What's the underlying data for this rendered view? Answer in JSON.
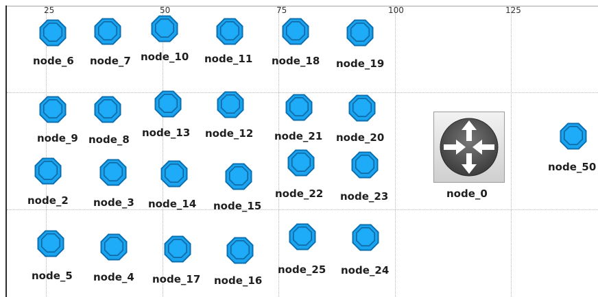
{
  "axis": {
    "ticks": [
      "25",
      "50",
      "75",
      "100",
      "125"
    ]
  },
  "colors": {
    "node_fill": "#1aa4f0",
    "node_stroke": "#0b6fb0",
    "router_body": "#5a5a5a"
  },
  "icons": {
    "node": "octagon-node-icon",
    "router": "router-icon"
  },
  "nodes": [
    {
      "label": "node_6"
    },
    {
      "label": "node_7"
    },
    {
      "label": "node_10"
    },
    {
      "label": "node_11"
    },
    {
      "label": "node_18"
    },
    {
      "label": "node_19"
    },
    {
      "label": "node_9"
    },
    {
      "label": "node_8"
    },
    {
      "label": "node_13"
    },
    {
      "label": "node_12"
    },
    {
      "label": "node_21"
    },
    {
      "label": "node_20"
    },
    {
      "label": "node_2"
    },
    {
      "label": "node_3"
    },
    {
      "label": "node_14"
    },
    {
      "label": "node_15"
    },
    {
      "label": "node_22"
    },
    {
      "label": "node_23"
    },
    {
      "label": "node_5"
    },
    {
      "label": "node_4"
    },
    {
      "label": "node_17"
    },
    {
      "label": "node_16"
    },
    {
      "label": "node_25"
    },
    {
      "label": "node_24"
    },
    {
      "label": "node_50"
    }
  ],
  "router": {
    "label": "node_0"
  }
}
